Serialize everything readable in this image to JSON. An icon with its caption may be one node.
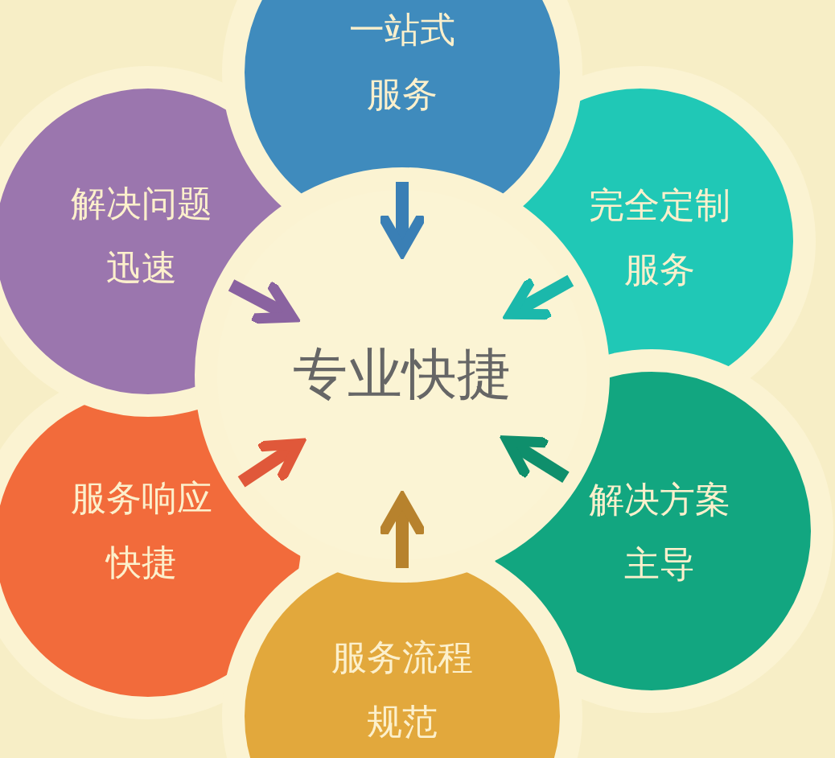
{
  "diagram": {
    "nodes": [
      {
        "text": [
          "专业快捷"
        ]
      },
      {
        "text": [
          "一站式服务"
        ]
      },
      {
        "text": [
          "完全定制服务"
        ]
      },
      {
        "text": [
          "解决方案主导"
        ]
      },
      {
        "text": [
          "服务流程规范"
        ]
      },
      {
        "text": [
          "服务响应快捷"
        ]
      },
      {
        "text": [
          "解决问题迅速"
        ]
      }
    ],
    "edges": [
      {
        "from": 1,
        "to": 0,
        "arrow": "to",
        "color": "#3a7fb5"
      },
      {
        "from": 2,
        "to": 0,
        "arrow": "to",
        "color": "#1bb8ab"
      },
      {
        "from": 3,
        "to": 0,
        "arrow": "to",
        "color": "#0f8f6c"
      },
      {
        "from": 4,
        "to": 0,
        "arrow": "to",
        "color": "#b7822d"
      },
      {
        "from": 5,
        "to": 0,
        "arrow": "to",
        "color": "#e0583a"
      },
      {
        "from": 6,
        "to": 0,
        "arrow": "to",
        "color": "#8a63a0"
      }
    ]
  }
}
